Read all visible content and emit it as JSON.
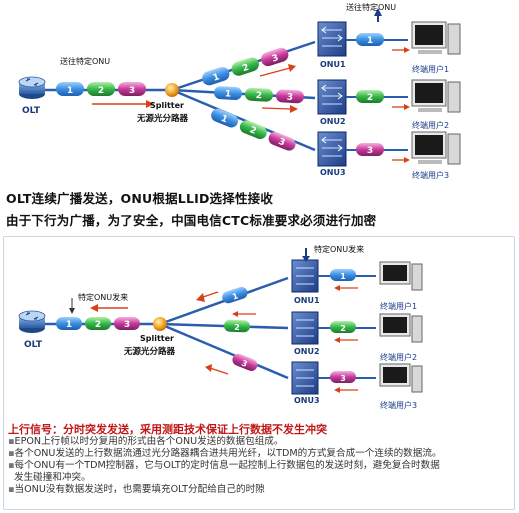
{
  "top": {
    "send_label_left": "送往特定ONU",
    "send_label_top": "送往特定ONU",
    "olt_label": "OLT",
    "splitter_label": "Splitter",
    "splitter_cn": "无源光分路器",
    "onus": [
      "ONU1",
      "ONU2",
      "ONU3"
    ],
    "users": [
      "终端用户1",
      "终端用户2",
      "终端用户3"
    ],
    "packet_numbers": [
      "1",
      "2",
      "3"
    ],
    "caption_line1": "OLT连续广播发送，ONU根据LLID选择性接收",
    "caption_line2": "由于下行为广播，为了安全，中国电信CTC标准要求必须进行加密"
  },
  "bottom": {
    "send_label_left": "特定ONU发来",
    "send_label_top": "特定ONU发来",
    "olt_label": "OLT",
    "splitter_label": "Splitter",
    "splitter_cn": "无源光分路器",
    "onus": [
      "ONU1",
      "ONU2",
      "ONU3"
    ],
    "users": [
      "终端用户1",
      "终端用户2",
      "终端用户3"
    ],
    "packet_numbers": [
      "1",
      "2",
      "3"
    ]
  },
  "notes": {
    "heading": "上行信号：分时突发发送，采用测距技术保证上行数据不发生冲突",
    "bullets": [
      "EPON上行帧以时分复用的形式由各个ONU发送的数据包组成。",
      "各个ONU发送的上行数据流通过光分路器耦合进共用光纤，以TDM的方式复合成一个连续的数据流。",
      "每个ONU有一个TDM控制器，它与OLT的定时信息一起控制上行数据包的发送时刻，避免复合时数据",
      "发生碰撞和冲突。",
      "当ONU没有数据发送时，也需要填充OLT分配给自己的时隙"
    ]
  },
  "colors": {
    "packet_blue": "#3b8fe0",
    "packet_green": "#35b84a",
    "packet_magenta": "#c73a9a",
    "fiber": "#2a5db0",
    "heading_red": "#c01818"
  }
}
